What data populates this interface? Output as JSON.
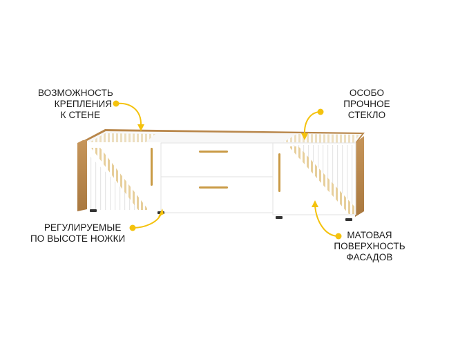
{
  "product": "TV stand with glass top",
  "accent_color": "#f4c20d",
  "callouts": {
    "wall_mount": {
      "lines": [
        "ВОЗМОЖНОСТЬ",
        "КРЕПЛЕНИЯ",
        "К СТЕНЕ"
      ]
    },
    "glass": {
      "lines": [
        "ОСОБО",
        "ПРОЧНОЕ",
        "СТЕКЛО"
      ]
    },
    "legs": {
      "lines": [
        "РЕГУЛИРУЕМЫЕ",
        "ПО ВЫСОТЕ НОЖКИ"
      ]
    },
    "facade": {
      "lines": [
        "МАТОВАЯ",
        "ПОВЕРХНОСТЬ",
        "ФАСАДОВ"
      ]
    }
  },
  "colors": {
    "wood": "#b8864a",
    "facade": "#ffffff",
    "handle": "#c99a45",
    "text": "#1a1a1a"
  }
}
